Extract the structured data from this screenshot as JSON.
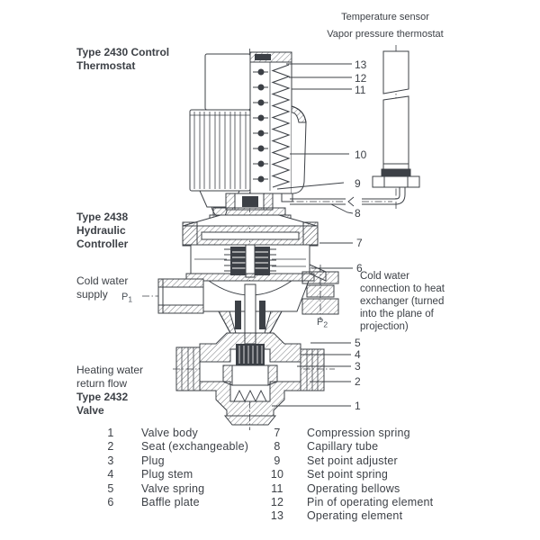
{
  "figure": {
    "sensor_caption": [
      "Temperature sensor",
      "Vapor pressure thermostat"
    ],
    "label_control_thermostat": [
      "Type 2430 Control",
      "Thermostat"
    ],
    "label_hydraulic_controller": [
      "Type 2438",
      "Hydraulic",
      "Controller"
    ],
    "label_cold_water_supply": [
      "Cold water",
      "supply"
    ],
    "label_heating_water_return": [
      "Heating water",
      "return flow"
    ],
    "label_valve": [
      "Type 2432",
      "Valve"
    ],
    "label_cold_water_connection": [
      "Cold water",
      "connection to heat",
      "exchanger (turned",
      "into the plane of",
      "projection)"
    ],
    "pressure_points": {
      "p1": {
        "base": "P",
        "sub": "1"
      },
      "p2": {
        "base": "P",
        "sub": "2"
      }
    },
    "callouts": [
      "1",
      "2",
      "3",
      "4",
      "5",
      "6",
      "7",
      "8",
      "9",
      "10",
      "11",
      "12",
      "13"
    ]
  },
  "parts_list": {
    "left": [
      {
        "num": "1",
        "name": "Valve body"
      },
      {
        "num": "2",
        "name": "Seat (exchangeable)"
      },
      {
        "num": "3",
        "name": "Plug"
      },
      {
        "num": "4",
        "name": "Plug stem"
      },
      {
        "num": "5",
        "name": "Valve spring"
      },
      {
        "num": "6",
        "name": "Baffle plate"
      }
    ],
    "right": [
      {
        "num": "7",
        "name": "Compression spring"
      },
      {
        "num": "8",
        "name": "Capillary tube"
      },
      {
        "num": "9",
        "name": "Set point adjuster"
      },
      {
        "num": "10",
        "name": "Set point spring"
      },
      {
        "num": "11",
        "name": "Operating bellows"
      },
      {
        "num": "12",
        "name": "Pin of operating element"
      },
      {
        "num": "13",
        "name": "Operating element"
      }
    ]
  },
  "colors": {
    "ink": "#3c4046",
    "background": "#ffffff"
  }
}
